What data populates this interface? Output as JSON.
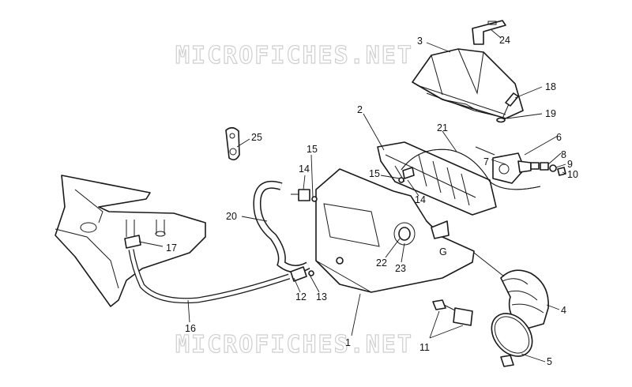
{
  "watermark": {
    "text": "MICROFICHES.NET",
    "color": "#cfcfcf"
  },
  "callouts": {
    "c1": "1",
    "c2": "2",
    "c3": "3",
    "c4": "4",
    "c5": "5",
    "c6": "6",
    "c7": "7",
    "c8": "8",
    "c9": "9",
    "c10": "10",
    "c11": "11",
    "c12": "12",
    "c13": "13",
    "c14a": "14",
    "c14b": "14",
    "c15a": "15",
    "c15b": "15",
    "c16": "16",
    "c17": "17",
    "c18": "18",
    "c19": "19",
    "c20": "20",
    "c21": "21",
    "c22": "22",
    "c23": "23",
    "c24": "24",
    "c25": "25"
  },
  "colors": {
    "line": "#1a1a1a",
    "background": "#ffffff"
  }
}
